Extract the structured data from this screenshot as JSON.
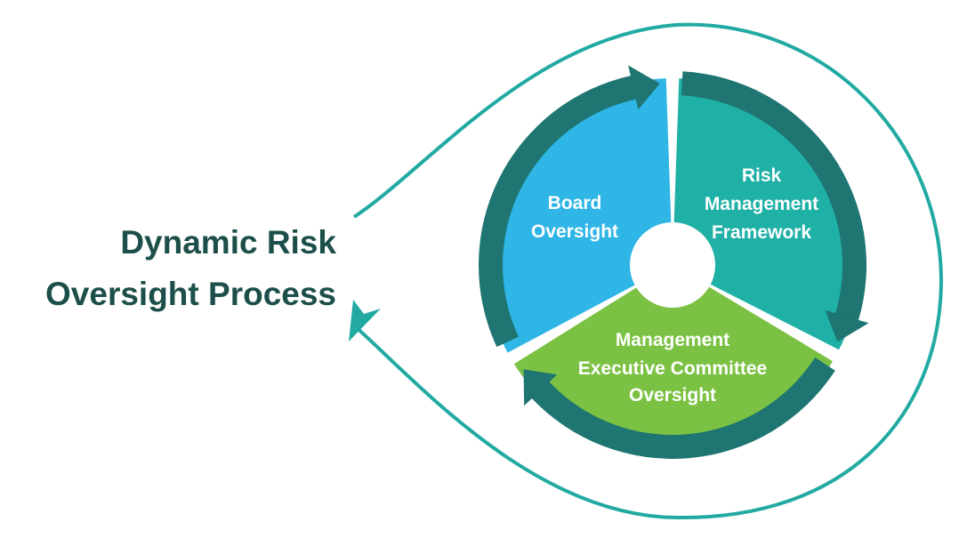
{
  "title": {
    "line1": "Dynamic Risk",
    "line2": "Oversight Process"
  },
  "segments": [
    {
      "id": "board",
      "lines": [
        "Board",
        "Oversight"
      ],
      "color": "#2fb5e6"
    },
    {
      "id": "framework",
      "lines": [
        "Risk",
        "Management",
        "Framework"
      ],
      "color": "#1fb0a6"
    },
    {
      "id": "executive",
      "lines": [
        "Management",
        "Executive Committee",
        "Oversight"
      ],
      "color": "#7bc143"
    }
  ],
  "colors": {
    "ring": "#1e7571",
    "outer_loop": "#22aaa2",
    "title": "#1d4f4a",
    "center": "#ffffff"
  }
}
